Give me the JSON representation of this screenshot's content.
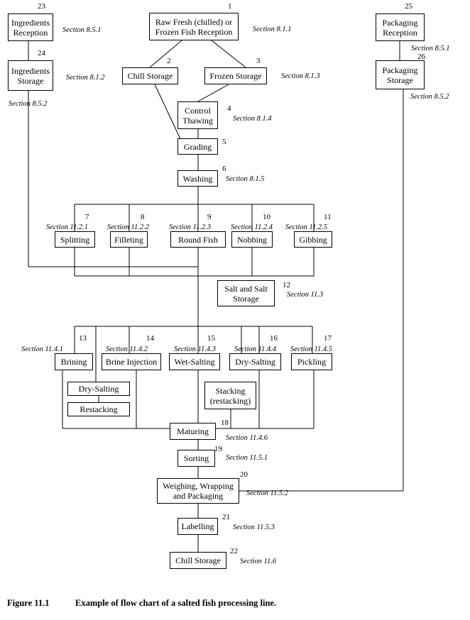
{
  "steps": [
    {
      "id": "s1",
      "num": "1",
      "label": "Raw Fresh (chilled) or\nFrozen Fish Reception",
      "section": "Section 8.1.1"
    },
    {
      "id": "s2",
      "num": "2",
      "label": "Chill Storage",
      "section": ""
    },
    {
      "id": "s3",
      "num": "3",
      "label": "Frozen Storage",
      "section": "Section 8.1.3"
    },
    {
      "id": "s4",
      "num": "4",
      "label": "Control\nThawing",
      "section": "Section 8.1.4"
    },
    {
      "id": "s5",
      "num": "5",
      "label": "Grading",
      "section": ""
    },
    {
      "id": "s6",
      "num": "6",
      "label": "Washing",
      "section": "Section 8.1.5"
    },
    {
      "id": "s7",
      "num": "7",
      "label": "Splitting",
      "section": "Section 11.2.1"
    },
    {
      "id": "s8",
      "num": "8",
      "label": "Filleting",
      "section": "Section 11.2.2"
    },
    {
      "id": "s9",
      "num": "9",
      "label": "Round Fish",
      "section": "Section 11.2.3"
    },
    {
      "id": "s10",
      "num": "10",
      "label": "Nobbing",
      "section": "Section 11.2.4"
    },
    {
      "id": "s11",
      "num": "11",
      "label": "Gibbing",
      "section": "Section 11.2.5"
    },
    {
      "id": "s12",
      "num": "12",
      "label": "Salt and Salt\nStorage",
      "section": "Section 11.3"
    },
    {
      "id": "s13",
      "num": "13",
      "label": "Brining",
      "section": "Section 11.4.1"
    },
    {
      "id": "s14",
      "num": "14",
      "label": "Brine Injection",
      "section": "Section 11.4.2"
    },
    {
      "id": "s15",
      "num": "15",
      "label": "Wet-Salting",
      "section": "Section 11.4.3"
    },
    {
      "id": "s16",
      "num": "16",
      "label": "Dry-Salting",
      "section": "Section 11.4.4"
    },
    {
      "id": "s17",
      "num": "17",
      "label": "Pickling",
      "section": "Section 11.4.5"
    },
    {
      "id": "s13a",
      "num": "",
      "label": "Dry-Salting",
      "section": ""
    },
    {
      "id": "s13b",
      "num": "",
      "label": "Restacking",
      "section": ""
    },
    {
      "id": "s15a",
      "num": "",
      "label": "Stacking\n(restacking)",
      "section": ""
    },
    {
      "id": "s18",
      "num": "18",
      "label": "Maturing",
      "section": "Section 11.4.6"
    },
    {
      "id": "s19",
      "num": "19",
      "label": "Sorting",
      "section": "Section 11.5.1"
    },
    {
      "id": "s20",
      "num": "20",
      "label": "Weighing, Wrapping\nand Packaging",
      "section": "Section 11.5.2"
    },
    {
      "id": "s21",
      "num": "21",
      "label": "Labelling",
      "section": "Section 11.5.3"
    },
    {
      "id": "s22",
      "num": "22",
      "label": "Chill Storage",
      "section": "Section 11.6"
    },
    {
      "id": "s23",
      "num": "23",
      "label": "Ingredients\nReception",
      "section": "Section 8.5.1"
    },
    {
      "id": "s24",
      "num": "24",
      "label": "Ingredients\nStorage",
      "section": "Section 8.1.2"
    },
    {
      "id": "s24b",
      "num": "",
      "label": "",
      "section": "Section 8.5.2"
    },
    {
      "id": "s25",
      "num": "25",
      "label": "Packaging\nReception",
      "section": "Section 8.5.1"
    },
    {
      "id": "s26",
      "num": "26",
      "label": "Packaging\nStorage",
      "section": "Section 8.5.2"
    }
  ],
  "caption": {
    "figure": "Figure 11.1",
    "text": "Example of flow chart of a salted fish processing line."
  }
}
